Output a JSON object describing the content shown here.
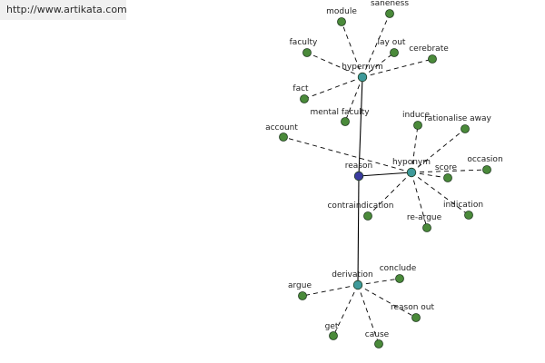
{
  "header": {
    "url": "http://www.artikata.com"
  },
  "colors": {
    "center_node": "#3a3a9e",
    "hub_node": "#3e9a9a",
    "leaf_node": "#4a8a3a",
    "edge": "#000000",
    "text": "#222222",
    "url_background": "#f0f0f0"
  },
  "graph": {
    "center": {
      "id": "reason",
      "label": "reason"
    },
    "hubs": [
      {
        "id": "hypernym",
        "label": "hypernym"
      },
      {
        "id": "hyponym",
        "label": "hyponym"
      },
      {
        "id": "derivation",
        "label": "derivation"
      }
    ],
    "leaves": [
      {
        "id": "module",
        "label": "module",
        "hub": "hypernym"
      },
      {
        "id": "saneness",
        "label": "saneness",
        "hub": "hypernym"
      },
      {
        "id": "faculty",
        "label": "faculty",
        "hub": "hypernym"
      },
      {
        "id": "lay-out",
        "label": "lay out",
        "hub": "hypernym"
      },
      {
        "id": "cerebrate",
        "label": "cerebrate",
        "hub": "hypernym"
      },
      {
        "id": "fact",
        "label": "fact",
        "hub": "hypernym"
      },
      {
        "id": "mental-faculty",
        "label": "mental faculty",
        "hub": "hypernym"
      },
      {
        "id": "account",
        "label": "account",
        "hub": "hyponym"
      },
      {
        "id": "induce",
        "label": "induce",
        "hub": "hyponym"
      },
      {
        "id": "rationalise-away",
        "label": "rationalise away",
        "hub": "hyponym"
      },
      {
        "id": "occasion",
        "label": "occasion",
        "hub": "hyponym"
      },
      {
        "id": "score",
        "label": "score",
        "hub": "hyponym"
      },
      {
        "id": "contraindication",
        "label": "contraindication",
        "hub": "hyponym"
      },
      {
        "id": "re-argue",
        "label": "re-argue",
        "hub": "hyponym"
      },
      {
        "id": "indication",
        "label": "indication",
        "hub": "hyponym"
      },
      {
        "id": "conclude",
        "label": "conclude",
        "hub": "derivation"
      },
      {
        "id": "argue",
        "label": "argue",
        "hub": "derivation"
      },
      {
        "id": "reason-out",
        "label": "reason out",
        "hub": "derivation"
      },
      {
        "id": "get",
        "label": "get",
        "hub": "derivation"
      },
      {
        "id": "cause",
        "label": "cause",
        "hub": "derivation"
      }
    ]
  }
}
